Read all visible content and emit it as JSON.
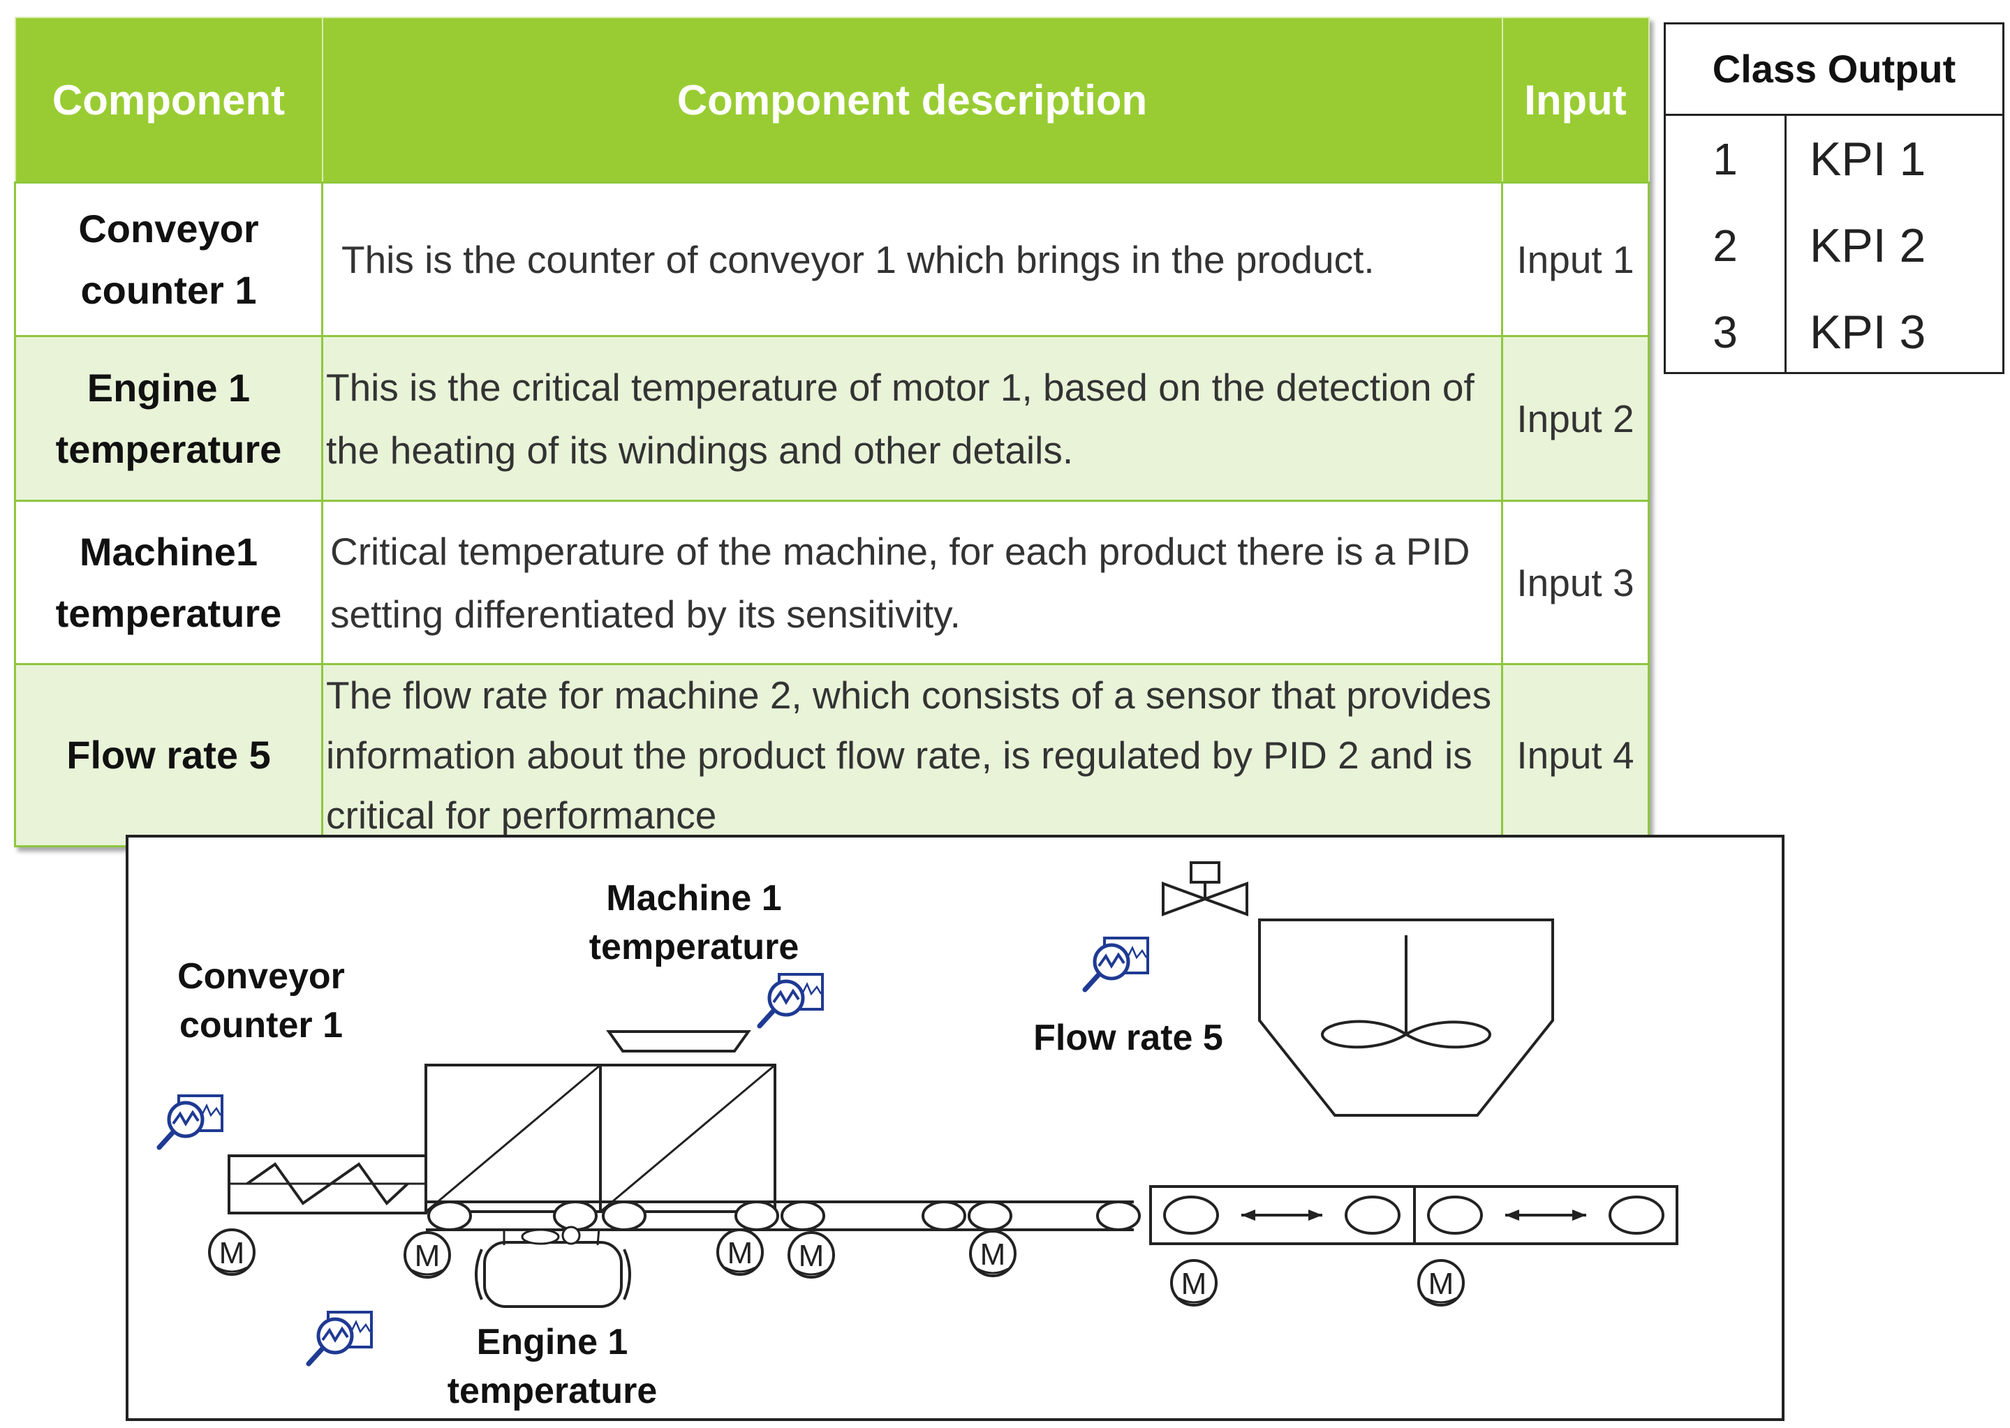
{
  "table": {
    "headers": [
      "Component",
      "Component description",
      "Input"
    ],
    "rows": [
      {
        "component": "Conveyor counter 1",
        "description": "This is the counter of conveyor 1 which brings in the product.",
        "input": "Input 1"
      },
      {
        "component": "Engine 1 temperature",
        "description": "This is the critical temperature of motor 1, based on the detection of the heating of its windings and other details.",
        "input": "Input 2"
      },
      {
        "component": "Machine1 temperature",
        "description": "Critical temperature of the machine, for each product there is a PID setting differentiated by its sensitivity.",
        "input": "Input 3"
      },
      {
        "component": "Flow rate 5",
        "description": "The flow rate for machine 2, which consists of a sensor that provides information about the product flow rate, is regulated by PID 2 and is critical for performance",
        "input": "Input 4"
      }
    ]
  },
  "class_output": {
    "title": "Class Output",
    "rows": [
      {
        "num": "1",
        "kpi": "KPI 1"
      },
      {
        "num": "2",
        "kpi": "KPI 2"
      },
      {
        "num": "3",
        "kpi": "KPI 3"
      }
    ]
  },
  "diagram": {
    "labels": {
      "conveyor_counter": "Conveyor counter 1",
      "machine_temp": "Machine 1 temperature",
      "flow_rate": "Flow rate 5",
      "engine_temp": "Engine 1 temperature"
    },
    "motor_symbol": "M",
    "colors": {
      "sensor_icon": "#1f3a93",
      "line": "#222222"
    }
  },
  "colors": {
    "header_green": "#99cc33",
    "row_shade": "#e8f3d8",
    "border_green": "#8ec63f"
  }
}
